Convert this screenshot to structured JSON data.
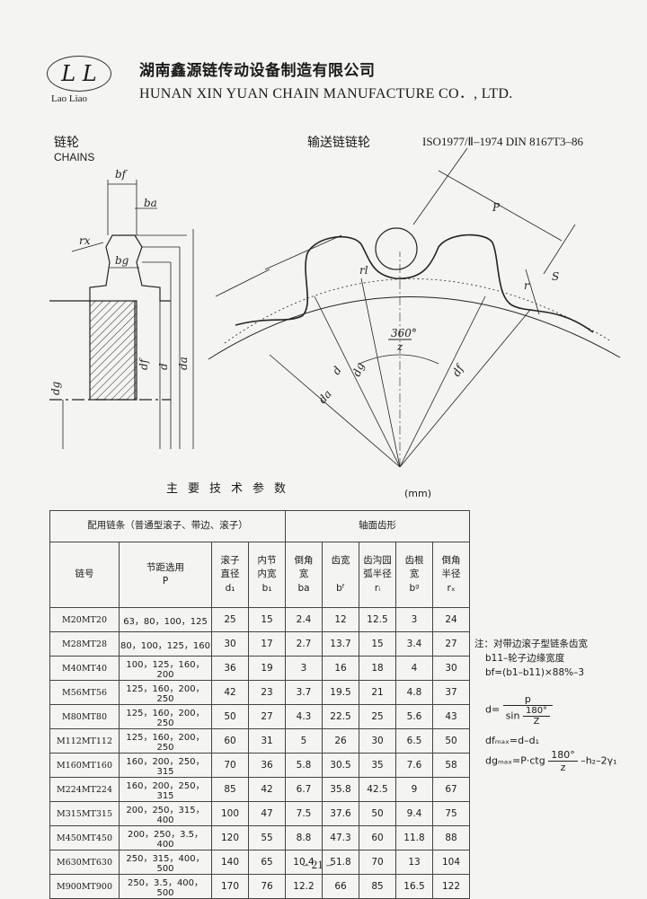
{
  "header": {
    "logo_text": "L L",
    "logo_sub": "Lao Liao",
    "company_cn": "湖南鑫源链传动设备制造有限公司",
    "company_en": "HUNAN XIN YUAN CHAIN MANUFACTURE CO．, LTD."
  },
  "section": {
    "title_cn": "链轮",
    "title_en": "CHAINS",
    "subtitle_cn": "输送链链轮",
    "standard": "ISO1977/Ⅱ–1974 DIN 8167T3–86"
  },
  "diagram_labels": {
    "bf": "bf",
    "ba": "ba",
    "bg": "bg",
    "rx": "rx",
    "df": "df",
    "d": "d",
    "da": "da",
    "dg": "dg",
    "P": "P",
    "S": "S",
    "rl": "rl",
    "r": "r",
    "angle_num": "360°",
    "angle_den": "z"
  },
  "params_title": "主要技术参数",
  "unit": "(mm)",
  "table": {
    "group_left": "配用链条（普通型滚子、带边、滚子）",
    "group_right": "轴面齿形",
    "headers": [
      {
        "lines": [
          "链号"
        ]
      },
      {
        "lines": [
          "节距选用",
          "P"
        ]
      },
      {
        "lines": [
          "滚子",
          "直径",
          "d₁"
        ]
      },
      {
        "lines": [
          "内节",
          "内宽",
          "b₁"
        ]
      },
      {
        "lines": [
          "倒角",
          "宽",
          "ba"
        ]
      },
      {
        "lines": [
          "齿宽",
          "",
          "bᶠ"
        ]
      },
      {
        "lines": [
          "齿沟园",
          "弧半径",
          "rᵢ"
        ]
      },
      {
        "lines": [
          "齿根",
          "宽",
          "bᵍ"
        ]
      },
      {
        "lines": [
          "倒角",
          "半径",
          "rₓ"
        ]
      }
    ],
    "rows": [
      [
        "M20MT20",
        "63，80，100，125",
        "25",
        "15",
        "2.4",
        "12",
        "12.5",
        "3",
        "24"
      ],
      [
        "M28MT28",
        "80，100，125，160",
        "30",
        "17",
        "2.7",
        "13.7",
        "15",
        "3.4",
        "27"
      ],
      [
        "M40MT40",
        "100，125，160，200",
        "36",
        "19",
        "3",
        "16",
        "18",
        "4",
        "30"
      ],
      [
        "M56MT56",
        "125，160，200，250",
        "42",
        "23",
        "3.7",
        "19.5",
        "21",
        "4.8",
        "37"
      ],
      [
        "M80MT80",
        "125，160，200，250",
        "50",
        "27",
        "4.3",
        "22.5",
        "25",
        "5.6",
        "43"
      ],
      [
        "M112MT112",
        "125，160，200，250",
        "60",
        "31",
        "5",
        "26",
        "30",
        "6.5",
        "50"
      ],
      [
        "M160MT160",
        "160，200，250，315",
        "70",
        "36",
        "5.8",
        "30.5",
        "35",
        "7.6",
        "58"
      ],
      [
        "M224MT224",
        "160，200，250，315",
        "85",
        "42",
        "6.7",
        "35.8",
        "42.5",
        "9",
        "67"
      ],
      [
        "M315MT315",
        "200，250，315，400",
        "100",
        "47",
        "7.5",
        "37.6",
        "50",
        "9.4",
        "75"
      ],
      [
        "M450MT450",
        "200，250，3.5，400",
        "120",
        "55",
        "8.8",
        "47.3",
        "60",
        "11.8",
        "88"
      ],
      [
        "M630MT630",
        "250，315，400，500",
        "140",
        "65",
        "10.4",
        "51.8",
        "70",
        "13",
        "104"
      ],
      [
        "M900MT900",
        "250，3.5，400，500",
        "170",
        "76",
        "12.2",
        "66",
        "85",
        "16.5",
        "122"
      ]
    ]
  },
  "notes": {
    "line1": "注：对带边滚子型链条齿宽",
    "line2": "b11–轮子边缘宽度",
    "line3": "bf=(b1–b11)×88%–3",
    "f1_left": "d=",
    "f1_num": "p",
    "f1_den_pre": "sin",
    "f1_den_num": "180°",
    "f1_den_den": "Z",
    "f2": "dfₘₐₓ=d–d₁",
    "f3_left": "dgₘₐₓ=P·ctg",
    "f3_num": "180°",
    "f3_den": "z",
    "f3_right": "–h₂–2γ₁"
  },
  "page_number": "– 21 –"
}
